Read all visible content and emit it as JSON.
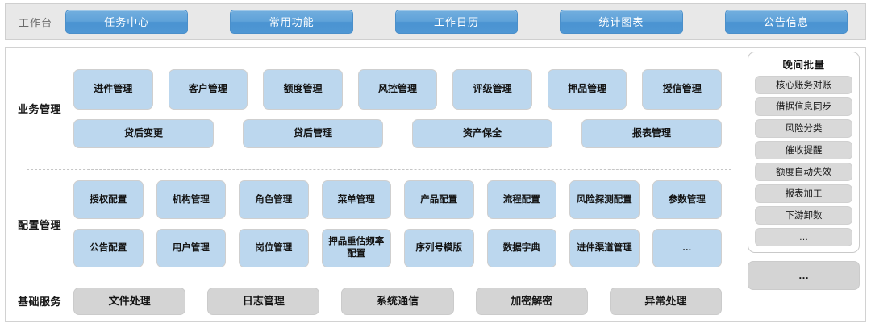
{
  "topbar": {
    "label": "工作台",
    "tabs": [
      {
        "label": "任务中心"
      },
      {
        "label": "常用功能"
      },
      {
        "label": "工作日历"
      },
      {
        "label": "统计图表"
      },
      {
        "label": "公告信息"
      }
    ],
    "accent_color": "#5fa2d9",
    "background_color": "#e8e8e8"
  },
  "sections": [
    {
      "title": "业务管理",
      "rows": [
        {
          "items": [
            {
              "label": "进件管理"
            },
            {
              "label": "客户管理"
            },
            {
              "label": "额度管理"
            },
            {
              "label": "风控管理"
            },
            {
              "label": "评级管理"
            },
            {
              "label": "押品管理"
            },
            {
              "label": "授信管理"
            }
          ]
        },
        {
          "items": [
            {
              "label": "贷后变更"
            },
            {
              "label": "贷后管理"
            },
            {
              "label": "资产保全"
            },
            {
              "label": "报表管理"
            }
          ]
        }
      ]
    },
    {
      "title": "配置管理",
      "rows": [
        {
          "items": [
            {
              "label": "授权配置"
            },
            {
              "label": "机构管理"
            },
            {
              "label": "角色管理"
            },
            {
              "label": "菜单管理"
            },
            {
              "label": "产品配置"
            },
            {
              "label": "流程配置"
            },
            {
              "label": "风险探测配置"
            },
            {
              "label": "参数管理"
            }
          ]
        },
        {
          "items": [
            {
              "label": "公告配置"
            },
            {
              "label": "用户管理"
            },
            {
              "label": "岗位管理"
            },
            {
              "label": "押品重估频率配置"
            },
            {
              "label": "序列号模版"
            },
            {
              "label": "数据字典"
            },
            {
              "label": "进件渠道管理"
            },
            {
              "label": "…"
            }
          ]
        }
      ]
    },
    {
      "title": "基础服务",
      "rows": [
        {
          "items": [
            {
              "label": "文件处理"
            },
            {
              "label": "日志管理"
            },
            {
              "label": "系统通信"
            },
            {
              "label": "加密解密"
            },
            {
              "label": "异常处理"
            }
          ]
        }
      ]
    }
  ],
  "rail": {
    "title": "晚间批量",
    "items": [
      {
        "label": "核心账务对账"
      },
      {
        "label": "借据信息同步"
      },
      {
        "label": "风险分类"
      },
      {
        "label": "催收提醒"
      },
      {
        "label": "额度自动失效"
      },
      {
        "label": "报表加工"
      },
      {
        "label": "下游卸数"
      },
      {
        "label": "…"
      }
    ],
    "footer_label": "…"
  },
  "colors": {
    "business_card": "#bcd7ee",
    "base_card": "#d4d4d4",
    "rail_item": "#d9d9d9",
    "panel_border": "#d2d2d2"
  }
}
